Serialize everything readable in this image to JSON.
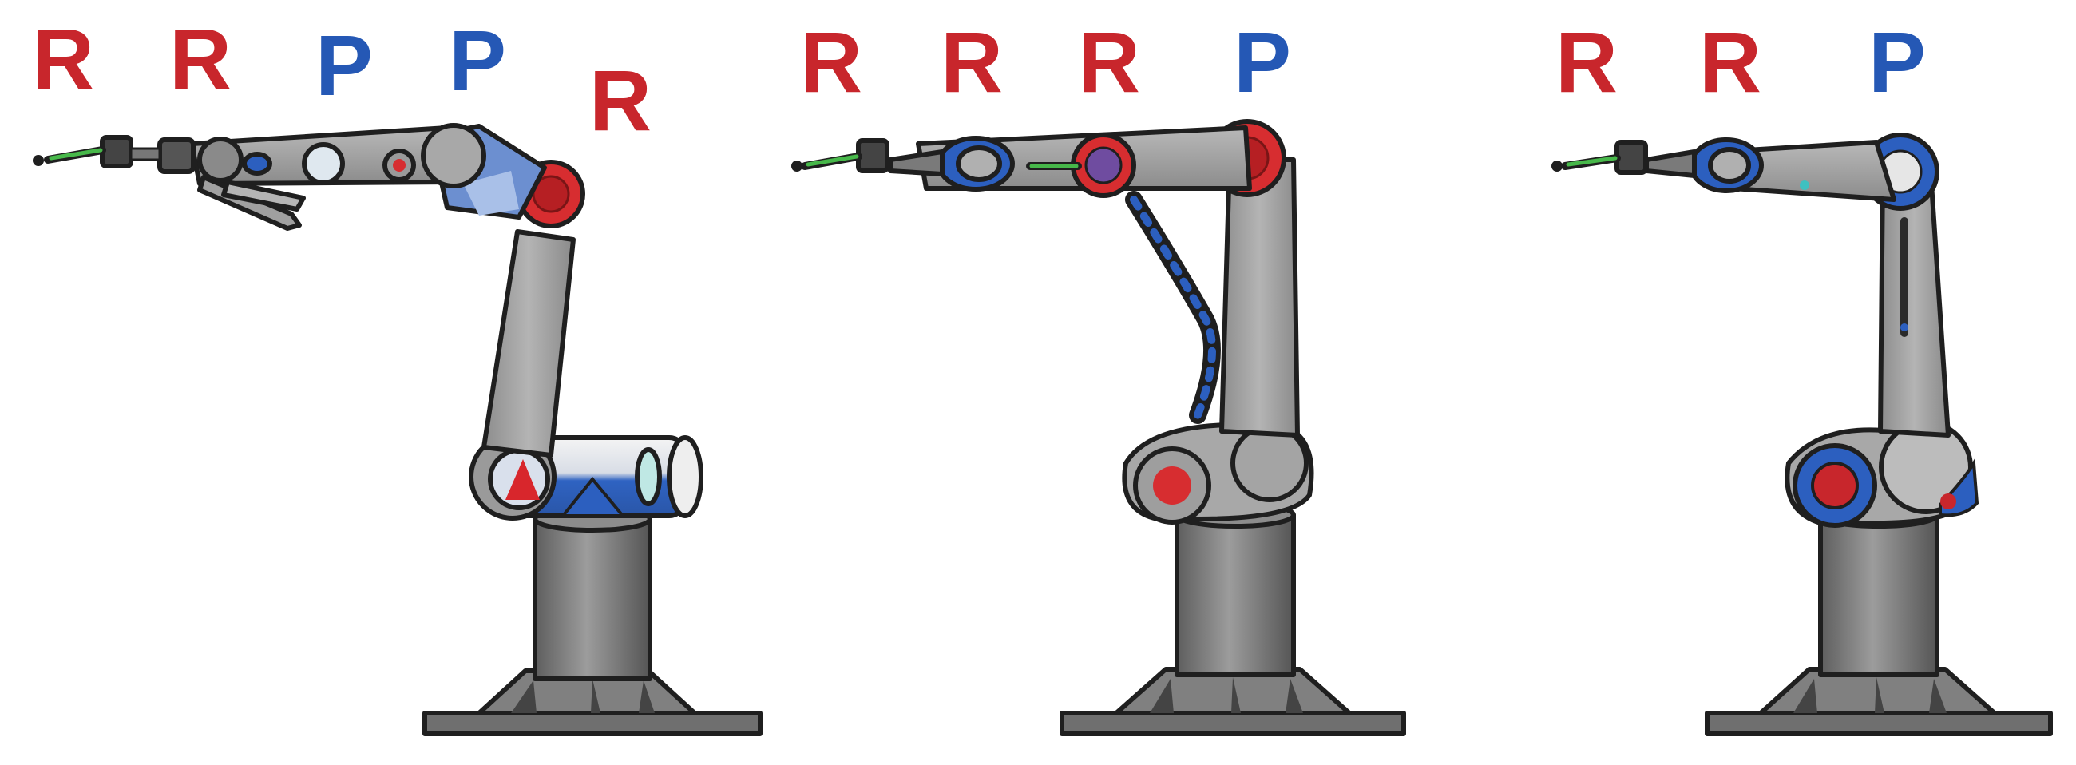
{
  "colors": {
    "revolute": "#c8262c",
    "prismatic": "#2558b5",
    "metal": "#9a9a9a",
    "outline": "#1f1f1f"
  },
  "robots": [
    {
      "id": "robot-1",
      "joints": [
        "R",
        "R",
        "P",
        "P",
        "R"
      ]
    },
    {
      "id": "robot-2",
      "joints": [
        "R",
        "R",
        "R",
        "P"
      ]
    },
    {
      "id": "robot-3",
      "joints": [
        "R",
        "R",
        "P"
      ]
    }
  ]
}
